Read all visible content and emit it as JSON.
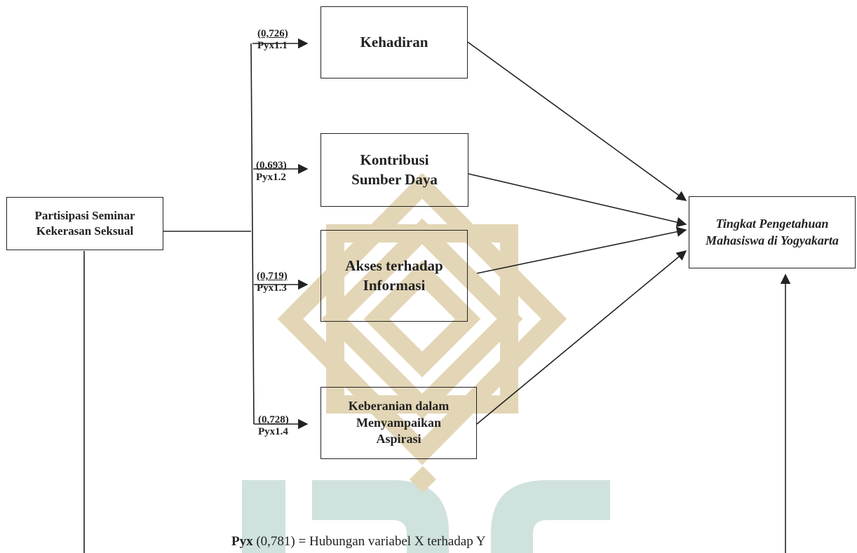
{
  "source_box": {
    "line1": "Partisipasi Seminar",
    "line2": "Kekerasan Seksual"
  },
  "dimensions": [
    {
      "label": "Kehadiran",
      "coef": "(0,726)",
      "path": "Pyx1.1"
    },
    {
      "label": "Kontribusi Sumber Daya",
      "coef": "(0,693)",
      "path": "Pyx1.2"
    },
    {
      "label": "Akses terhadap Informasi",
      "coef": "(0,719)",
      "path": "Pyx1.3"
    },
    {
      "label": "Keberanian dalam Menyampaikan Aspirasi",
      "coef": "(0,728)",
      "path": "Pyx1.4"
    }
  ],
  "target_box": {
    "label": "Tingkat Pengetahuan Mahasiswa di Yogyakarta"
  },
  "note": {
    "bold": "Pyx",
    "rest": " (0,781) = Hubungan variabel X terhadap Y"
  },
  "colors": {
    "line": "#222222",
    "watermark_gold": "#d8c9a3",
    "watermark_teal": "#c5dcd8"
  }
}
